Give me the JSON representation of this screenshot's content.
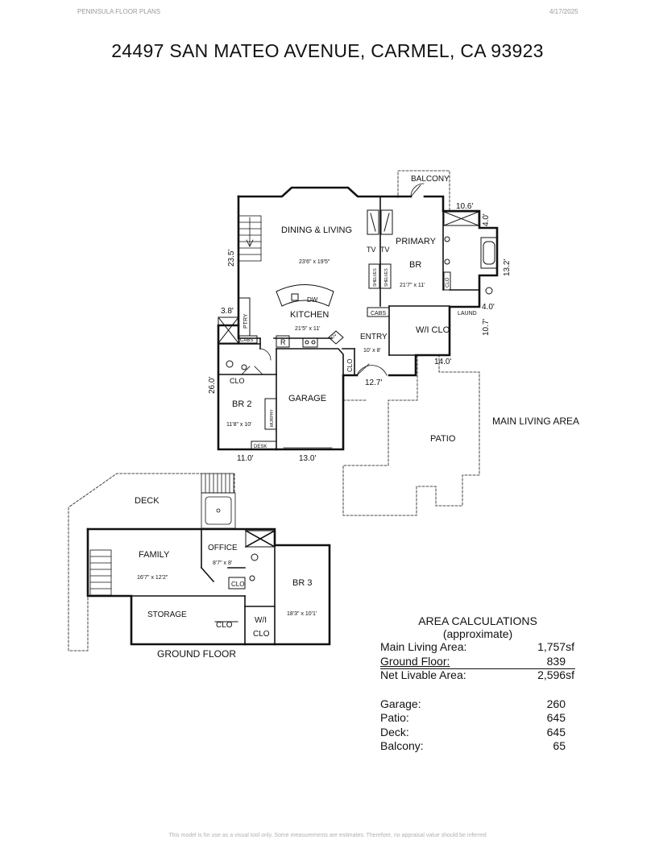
{
  "header": {
    "left": "PENINSULA FLOOR PLANS",
    "right": "4/17/2025"
  },
  "title": "24497 SAN MATEO AVENUE, CARMEL, CA  93923",
  "main_floor": {
    "caption": "MAIN LIVING AREA",
    "balcony": "BALCONY",
    "dining": {
      "name": "DINING & LIVING",
      "dims": "23'6\" x 19'5\""
    },
    "kitchen": {
      "name": "KITCHEN",
      "dims": "21'5\" x 11'"
    },
    "primary": {
      "name1": "PRIMARY",
      "name2": "BR",
      "dims": "21'7\" x 11'"
    },
    "entry": {
      "name": "ENTRY",
      "dims": "10' x 8'"
    },
    "wiclo": "W/I CLO",
    "laund": "LAUND",
    "br2": {
      "name": "BR 2",
      "dims": "11'8\" x 10'"
    },
    "garage": "GARAGE",
    "patio": "PATIO",
    "tv": "TV",
    "dw": "DW",
    "r": "R",
    "ov": "OV",
    "ptry": "PTRY",
    "cabs": "CABS",
    "clo": "CLO",
    "shelves": "SHELVES",
    "murphy": "MURPHY",
    "desk": "DESK",
    "dim_235": "23.5'",
    "dim_38": "3.8'",
    "dim_260": "26.0'",
    "dim_110": "11.0'",
    "dim_130": "13.0'",
    "dim_127": "12.7'",
    "dim_140": "14.0'",
    "dim_107": "10.7'",
    "dim_40a": "4.0'",
    "dim_40b": "4.0'",
    "dim_132": "13.2'",
    "dim_106": "10.6'"
  },
  "ground_floor": {
    "caption": "GROUND FLOOR",
    "deck": "DECK",
    "family": {
      "name": "FAMILY",
      "dims": "16'7\" x 12'2\""
    },
    "office": {
      "name": "OFFICE",
      "dims": "8'7\" x 8'"
    },
    "br3": {
      "name": "BR 3",
      "dims": "18'3\" x 10'1'"
    },
    "storage": "STORAGE",
    "clo": "CLO",
    "wi": "W/I",
    "wi_clo": "CLO"
  },
  "area_calculations": {
    "heading": "AREA CALCULATIONS",
    "subheading": "(approximate)",
    "rows": [
      {
        "label": "Main Living Area:",
        "value": "1,757sf"
      },
      {
        "label": "Ground Floor:",
        "value": "839"
      },
      {
        "label": "Net Livable Area:",
        "value": "2,596sf"
      }
    ],
    "extras": [
      {
        "label": "Garage:",
        "value": "260"
      },
      {
        "label": "Patio:",
        "value": "645"
      },
      {
        "label": "Deck:",
        "value": "645"
      },
      {
        "label": "Balcony:",
        "value": "65"
      }
    ]
  },
  "disclaimer": "This model is for use as a visual tool only. Some measurements are estimates. Therefore, no appraisal value should be inferred"
}
